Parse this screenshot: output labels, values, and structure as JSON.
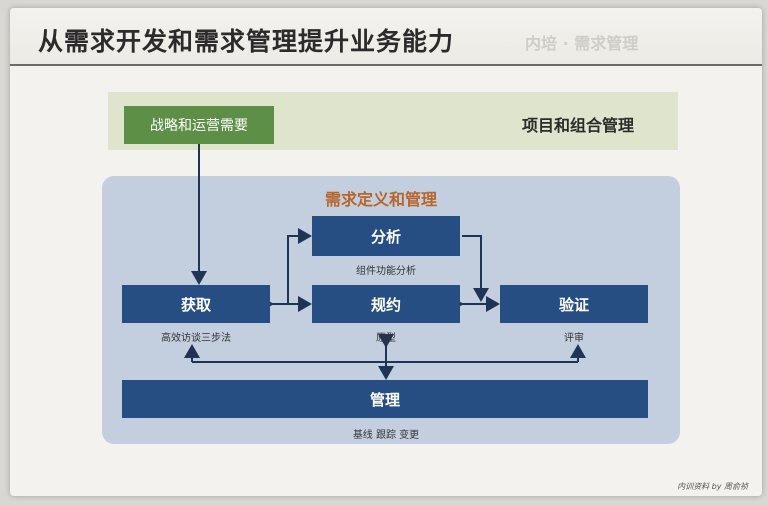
{
  "title": "从需求开发和需求管理提升业务能力",
  "ghost_text": "内培 · 需求管理",
  "top": {
    "strategy": "战略和运营需要",
    "portfolio": "项目和组合管理"
  },
  "panel": {
    "title": "需求定义和管理",
    "analysis": {
      "label": "分析",
      "sub": "组件功能分析"
    },
    "acquire": {
      "label": "获取",
      "sub": "高效访谈三步法"
    },
    "spec": {
      "label": "规约",
      "sub": "原型"
    },
    "verify": {
      "label": "验证",
      "sub": "评审"
    },
    "manage": {
      "label": "管理",
      "sub": "基线 跟踪 变更"
    }
  },
  "footer": "内训资料 by 周俞祯"
}
